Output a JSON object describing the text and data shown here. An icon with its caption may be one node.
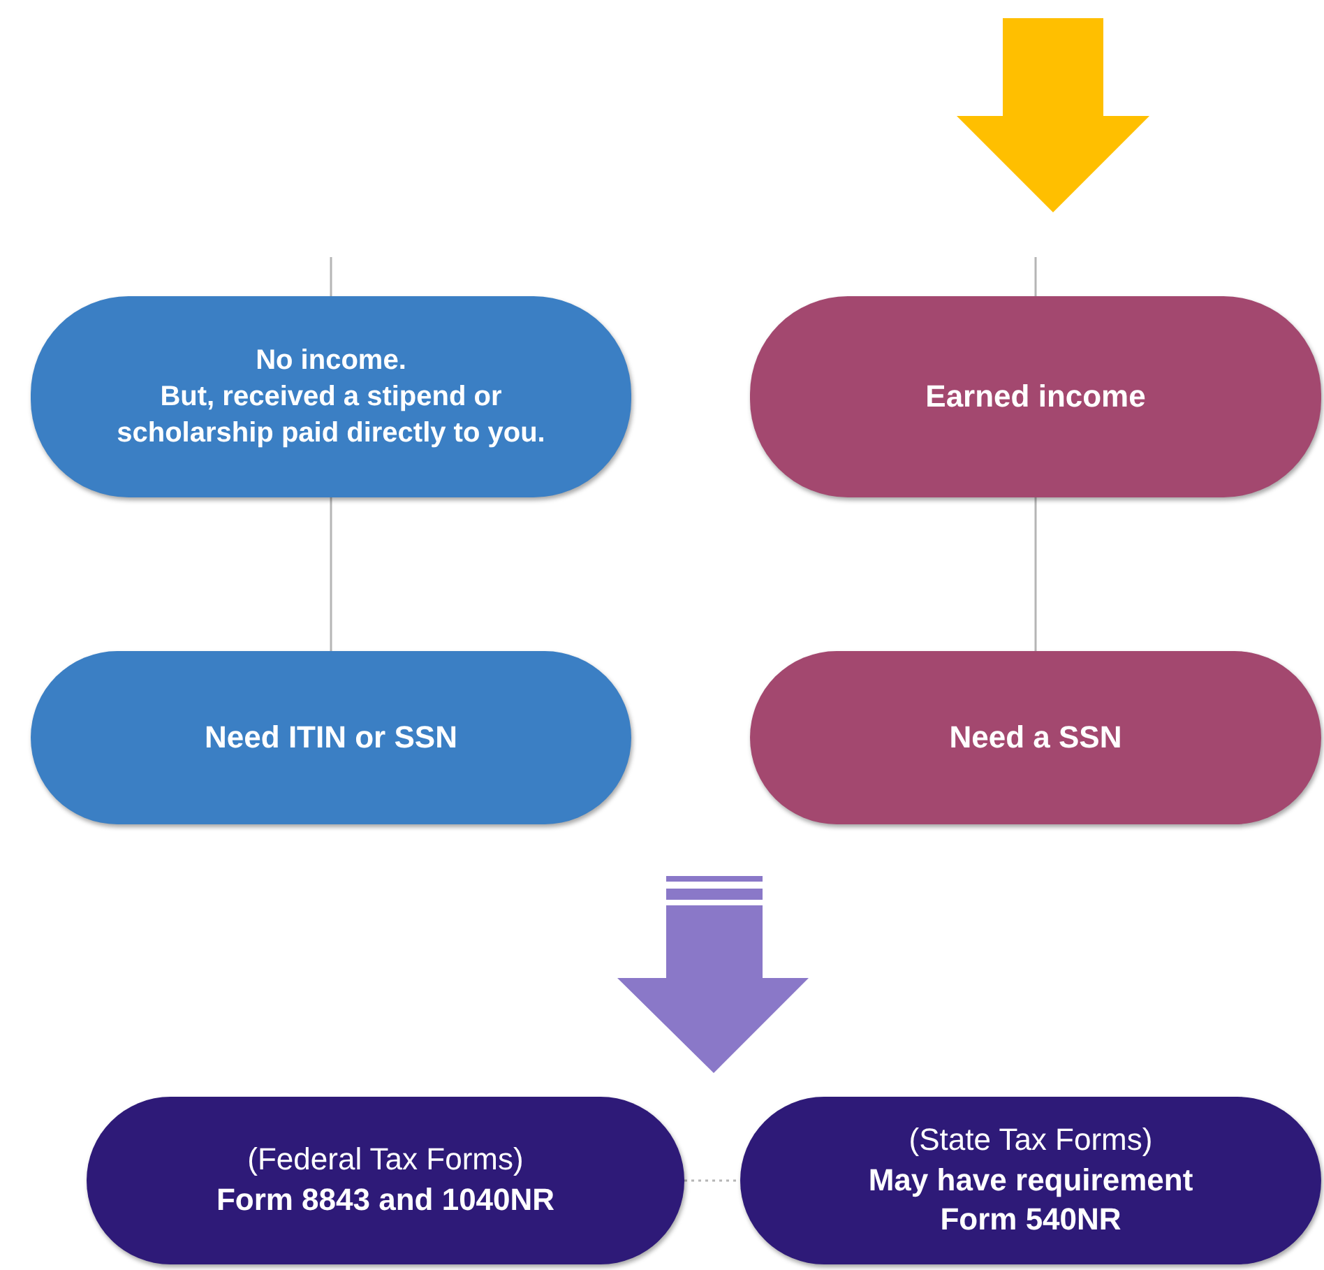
{
  "diagram": {
    "nodes": [
      {
        "text": [
          "No income.",
          "But, received a stipend or scholarship paid directly to you."
        ]
      },
      {
        "text": [
          "Earned income"
        ]
      },
      {
        "text": [
          "Need ITIN or SSN"
        ]
      },
      {
        "text": [
          "Need a SSN"
        ]
      },
      {
        "text": [
          "(Federal Tax Forms)",
          "Form 8843 and 1040NR"
        ]
      },
      {
        "text": [
          "(State Tax Forms)",
          "May have requirement",
          "Form 540NR"
        ]
      }
    ],
    "edges": [
      {
        "from": null,
        "to": 0,
        "arrow": "none"
      },
      {
        "from": null,
        "to": 1,
        "arrow": "none"
      },
      {
        "from": 0,
        "to": 2,
        "arrow": "none"
      },
      {
        "from": 1,
        "to": 3,
        "arrow": "none"
      },
      {
        "from": 4,
        "to": 5,
        "arrow": "none",
        "style": "dashed"
      }
    ]
  }
}
